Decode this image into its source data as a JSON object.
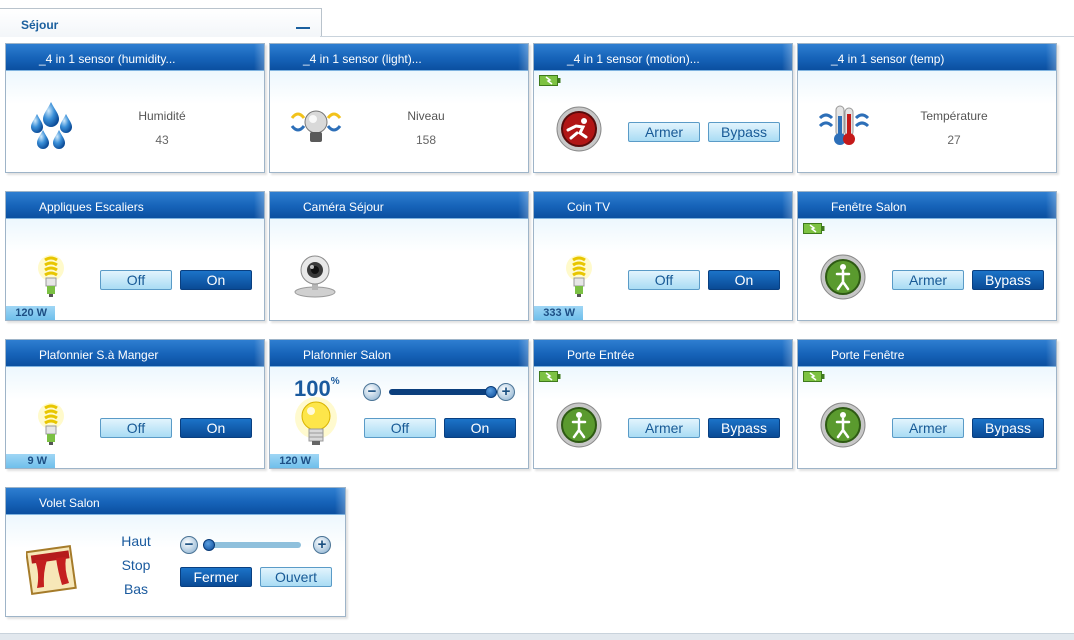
{
  "room": {
    "title": "Séjour"
  },
  "cards": {
    "humidity": {
      "title": "_4 in 1 sensor (humidity...",
      "label": "Humidité",
      "value": "43"
    },
    "light": {
      "title": "_4 in 1 sensor (light)...",
      "label": "Niveau",
      "value": "158"
    },
    "motion": {
      "title": "_4 in 1 sensor (motion)...",
      "arm": "Armer",
      "bypass": "Bypass"
    },
    "temp": {
      "title": "_4 in 1 sensor (temp)",
      "label": "Température",
      "value": "27"
    },
    "appliques": {
      "title": "Appliques Escaliers",
      "off": "Off",
      "on": "On",
      "power": "120 W"
    },
    "camera": {
      "title": "Caméra Séjour"
    },
    "cointv": {
      "title": "Coin TV",
      "off": "Off",
      "on": "On",
      "power": "333 W"
    },
    "fenetre_salon": {
      "title": "Fenêtre Salon",
      "arm": "Armer",
      "bypass": "Bypass"
    },
    "plafonnier_sam": {
      "title": "Plafonnier S.à Manger",
      "off": "Off",
      "on": "On",
      "power": "9 W"
    },
    "plafonnier_salon": {
      "title": "Plafonnier Salon",
      "level": "100",
      "unit": "%",
      "level_fraction": 1.0,
      "off": "Off",
      "on": "On",
      "power": "120 W"
    },
    "porte_entree": {
      "title": "Porte Entrée",
      "arm": "Armer",
      "bypass": "Bypass"
    },
    "porte_fenetre": {
      "title": "Porte Fenêtre",
      "arm": "Armer",
      "bypass": "Bypass"
    },
    "volet": {
      "title": "Volet Salon",
      "up": "Haut",
      "stop": "Stop",
      "down": "Bas",
      "close": "Fermer",
      "open": "Ouvert",
      "level_fraction": 0.0
    }
  },
  "icons": {
    "humidity": "water-drops-icon",
    "light": "light-sensor-icon",
    "motion": "running-person-icon",
    "temp": "thermometer-icon",
    "bulb": "light-bulb-icon",
    "camera": "webcam-icon",
    "door": "door-person-icon",
    "volet": "curtain-icon",
    "battery": "battery-icon"
  },
  "colors": {
    "header": "#1663b8",
    "accent": "#0b4fa0",
    "button_light": "#a9dcf4"
  }
}
